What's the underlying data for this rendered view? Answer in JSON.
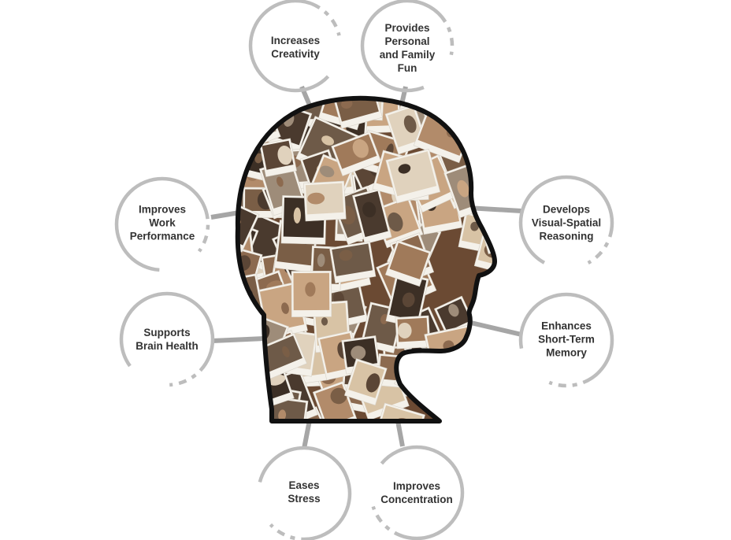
{
  "colors": {
    "ring": "#bdbdbd",
    "connector": "#a6a6a6",
    "label": "#333333",
    "head_outline": "#111111"
  },
  "image": {
    "description_icon": "head-silhouette-photo-collage"
  },
  "benefits": [
    {
      "id": "creativity",
      "text": "Increases\nCreativity"
    },
    {
      "id": "family-fun",
      "text": "Provides\nPersonal\nand Family\nFun"
    },
    {
      "id": "work-performance",
      "text": "Improves\nWork\nPerformance"
    },
    {
      "id": "visual-spatial",
      "text": "Develops\nVisual-Spatial\nReasoning"
    },
    {
      "id": "brain-health",
      "text": "Supports\nBrain Health"
    },
    {
      "id": "short-term-memory",
      "text": "Enhances\nShort-Term\nMemory"
    },
    {
      "id": "stress",
      "text": "Eases\nStress"
    },
    {
      "id": "concentration",
      "text": "Improves\nConcentration"
    }
  ]
}
